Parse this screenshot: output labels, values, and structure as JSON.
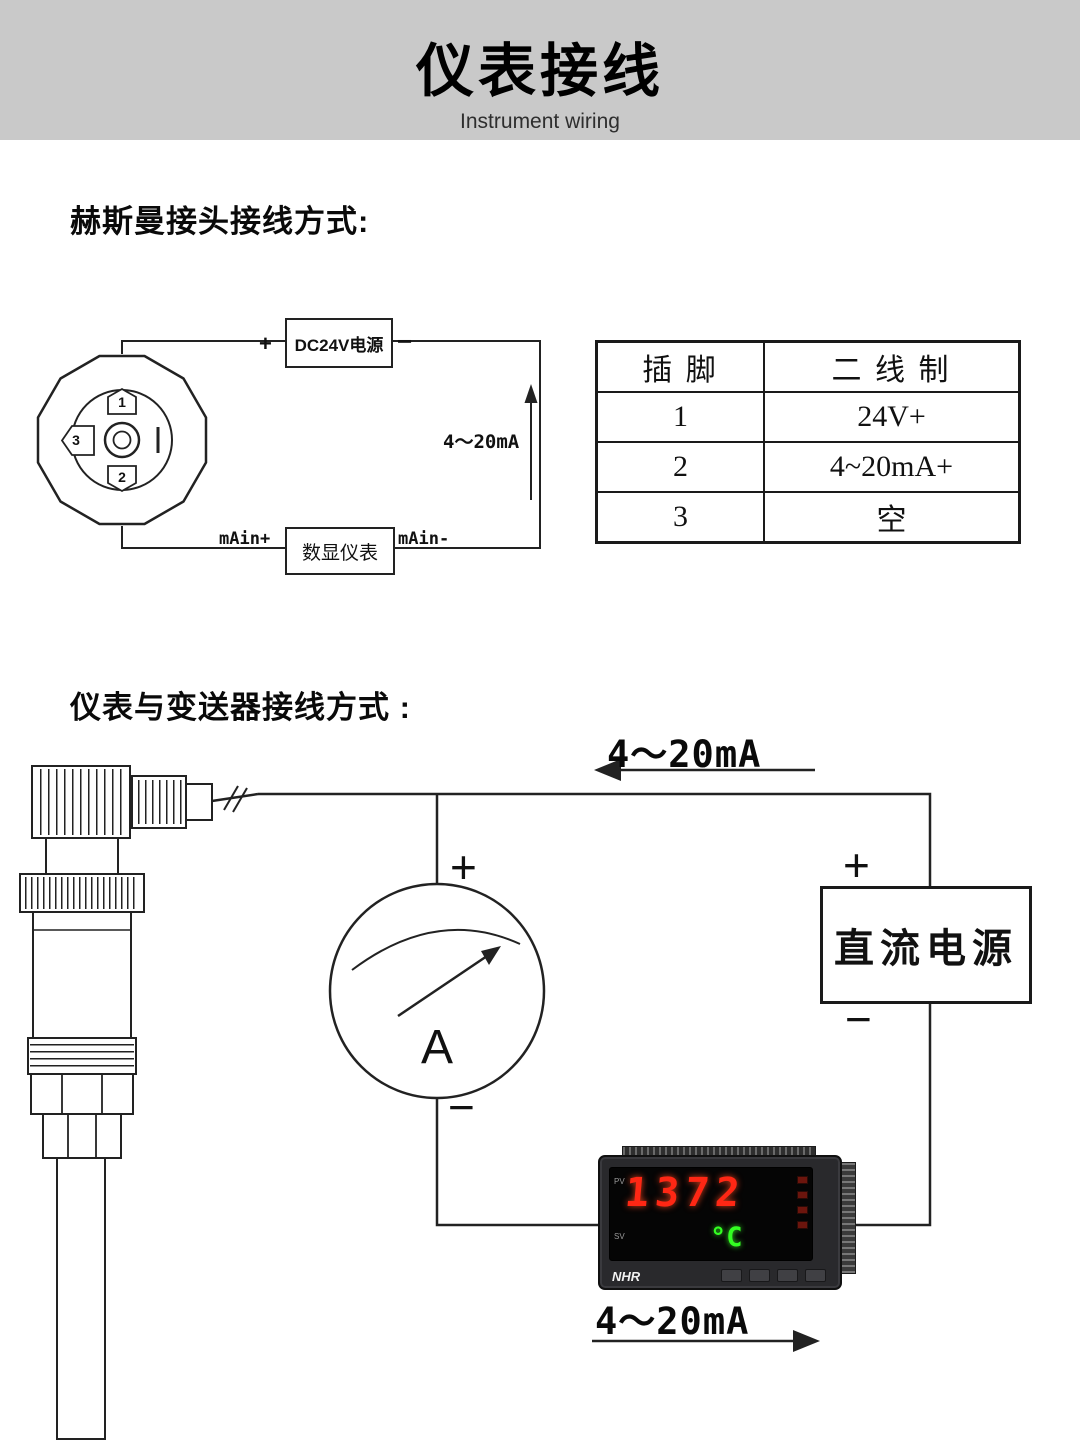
{
  "header": {
    "title": "仪表接线",
    "subtitle": "Instrument wiring"
  },
  "section1": {
    "title": "赫斯曼接头接线方式:",
    "power_box_label": "DC24V电源",
    "display_box_label": "数显仪表",
    "plus": "+",
    "minus": "−",
    "current_label": "4～20mA",
    "main_plus": "mAin+",
    "main_minus": "mAin-",
    "pins": {
      "p1": "1",
      "p2": "2",
      "p3": "3"
    },
    "table": {
      "headers": [
        "插 脚",
        "二 线 制"
      ],
      "rows": [
        [
          "1",
          "24V+"
        ],
        [
          "2",
          "4~20mA+"
        ],
        [
          "3",
          "空"
        ]
      ]
    }
  },
  "section2": {
    "title": "仪表与变送器接线方式 :",
    "current_top": "4～20mA",
    "current_bottom": "4～20mA",
    "plus": "+",
    "minus": "−",
    "ammeter_label": "A",
    "dc_supply_label": "直流电源",
    "meter": {
      "pv": "PV",
      "sv": "SV",
      "pv_value": "1372",
      "sv_value": "°C",
      "brand": "NHR"
    }
  }
}
